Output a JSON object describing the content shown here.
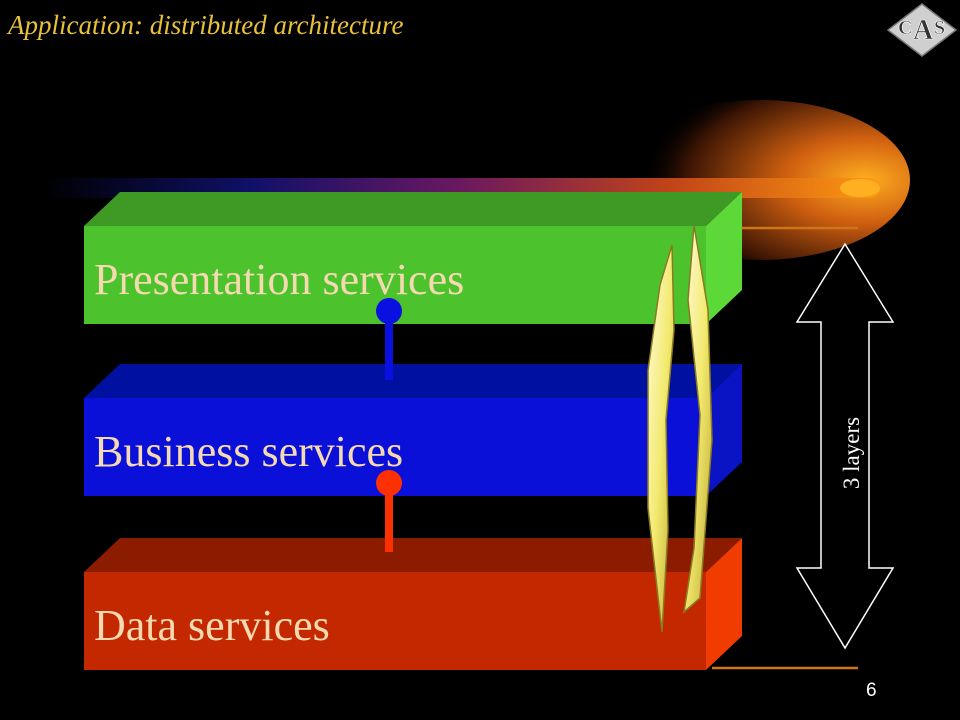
{
  "header": {
    "title": "Application: distributed architecture"
  },
  "logo": {
    "text": "CAS"
  },
  "layers": [
    {
      "label": "Presentation services",
      "color": "#4cc22c"
    },
    {
      "label": "Business services",
      "color": "#0a10d8"
    },
    {
      "label": "Data services",
      "color": "#c42800"
    }
  ],
  "side_label": "3 layers",
  "footer": {
    "page_number": "6"
  }
}
